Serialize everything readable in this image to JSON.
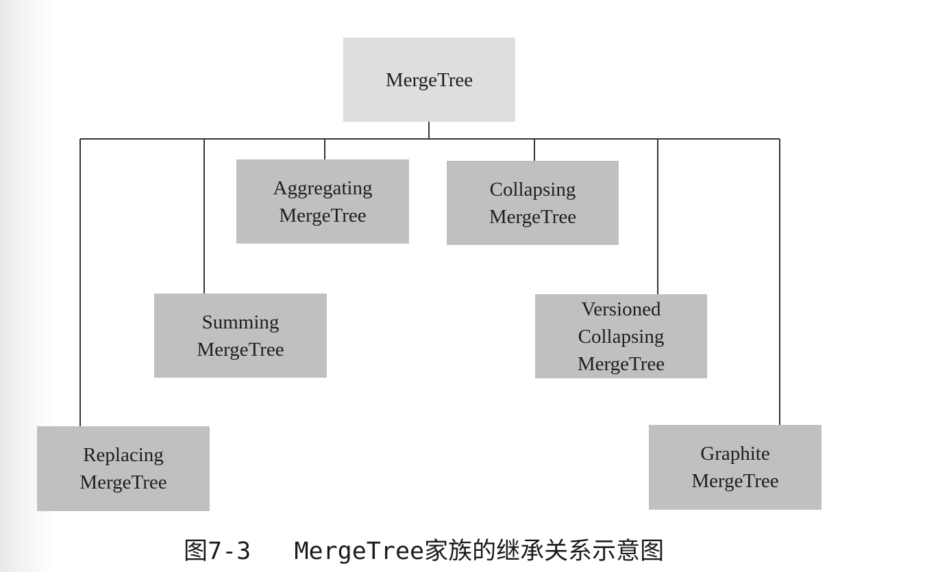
{
  "diagram": {
    "root": {
      "label": "MergeTree"
    },
    "children": [
      {
        "line1": "Replacing",
        "line2": "MergeTree"
      },
      {
        "line1": "Summing",
        "line2": "MergeTree"
      },
      {
        "line1": "Aggregating",
        "line2": "MergeTree"
      },
      {
        "line1": "Collapsing",
        "line2": "MergeTree"
      },
      {
        "line1": "Versioned",
        "line2": "Collapsing",
        "line3": "MergeTree"
      },
      {
        "line1": "Graphite",
        "line2": "MergeTree"
      }
    ],
    "colors": {
      "root_fill": "#dedede",
      "child_fill": "#c1c0c0",
      "line": "#333333",
      "text": "#1e1e1e"
    }
  },
  "caption": {
    "figure_number": "图7-3",
    "text": "MergeTree家族的继承关系示意图"
  }
}
